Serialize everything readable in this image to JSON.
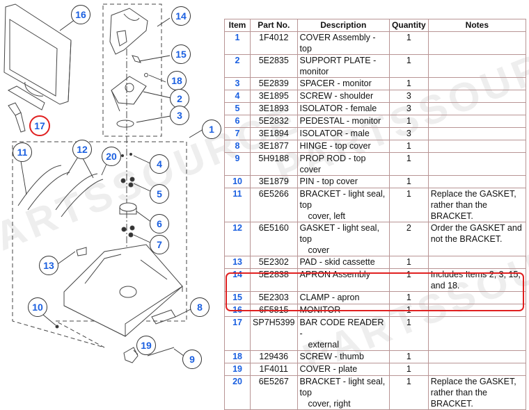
{
  "diagram": {
    "callouts": [
      {
        "id": "16",
        "label": "16",
        "highlighted": false
      },
      {
        "id": "17",
        "label": "17",
        "highlighted": true
      },
      {
        "id": "14",
        "label": "14",
        "highlighted": false
      },
      {
        "id": "15",
        "label": "15",
        "highlighted": false
      },
      {
        "id": "18",
        "label": "18",
        "highlighted": false
      },
      {
        "id": "2",
        "label": "2",
        "highlighted": false
      },
      {
        "id": "3",
        "label": "3",
        "highlighted": false
      },
      {
        "id": "1",
        "label": "1",
        "highlighted": false
      },
      {
        "id": "11",
        "label": "11",
        "highlighted": false
      },
      {
        "id": "12",
        "label": "12",
        "highlighted": false
      },
      {
        "id": "20",
        "label": "20",
        "highlighted": false
      },
      {
        "id": "4",
        "label": "4",
        "highlighted": false
      },
      {
        "id": "5",
        "label": "5",
        "highlighted": false
      },
      {
        "id": "6",
        "label": "6",
        "highlighted": false
      },
      {
        "id": "7",
        "label": "7",
        "highlighted": false
      },
      {
        "id": "13",
        "label": "13",
        "highlighted": false
      },
      {
        "id": "10",
        "label": "10",
        "highlighted": false
      },
      {
        "id": "8",
        "label": "8",
        "highlighted": false
      },
      {
        "id": "19",
        "label": "19",
        "highlighted": false
      },
      {
        "id": "9",
        "label": "9",
        "highlighted": false
      }
    ]
  },
  "table": {
    "headers": {
      "item": "Item",
      "part": "Part No.",
      "desc": "Description",
      "qty": "Quantity",
      "notes": "Notes"
    },
    "rows": [
      {
        "item": "1",
        "part": "1F4012",
        "desc": "COVER Assembly - top",
        "desc2": "",
        "qty": "1",
        "notes": ""
      },
      {
        "item": "2",
        "part": "5E2835",
        "desc": "SUPPORT PLATE - monitor",
        "desc2": "",
        "qty": "1",
        "notes": ""
      },
      {
        "item": "3",
        "part": "5E2839",
        "desc": "SPACER - monitor",
        "desc2": "",
        "qty": "1",
        "notes": ""
      },
      {
        "item": "4",
        "part": "3E1895",
        "desc": "SCREW - shoulder",
        "desc2": "",
        "qty": "3",
        "notes": ""
      },
      {
        "item": "5",
        "part": "3E1893",
        "desc": "ISOLATOR - female",
        "desc2": "",
        "qty": "3",
        "notes": ""
      },
      {
        "item": "6",
        "part": "5E2832",
        "desc": "PEDESTAL - monitor",
        "desc2": "",
        "qty": "1",
        "notes": ""
      },
      {
        "item": "7",
        "part": "3E1894",
        "desc": "ISOLATOR - male",
        "desc2": "",
        "qty": "3",
        "notes": ""
      },
      {
        "item": "8",
        "part": "3E1877",
        "desc": "HINGE - top cover",
        "desc2": "",
        "qty": "1",
        "notes": ""
      },
      {
        "item": "9",
        "part": "5H9188",
        "desc": "PROP ROD - top cover",
        "desc2": "",
        "qty": "1",
        "notes": ""
      },
      {
        "item": "10",
        "part": "3E1879",
        "desc": "PIN - top cover",
        "desc2": "",
        "qty": "1",
        "notes": ""
      },
      {
        "item": "11",
        "part": "6E5266",
        "desc": "BRACKET - light seal, top",
        "desc2": "cover, left",
        "qty": "1",
        "notes": "Replace the GASKET, rather than the BRACKET."
      },
      {
        "item": "12",
        "part": "6E5160",
        "desc": "GASKET - light seal, top",
        "desc2": "cover",
        "qty": "2",
        "notes": "Order the GASKET and not the BRACKET."
      },
      {
        "item": "13",
        "part": "5E2302",
        "desc": "PAD - skid cassette",
        "desc2": "",
        "qty": "1",
        "notes": ""
      },
      {
        "item": "14",
        "part": "5E2838",
        "desc": "APRON Assembly",
        "desc2": "",
        "qty": "1",
        "notes": "Includes Items 2, 3, 15, and 18."
      },
      {
        "item": "15",
        "part": "5E2303",
        "desc": "CLAMP - apron",
        "desc2": "",
        "qty": "1",
        "notes": ""
      },
      {
        "item": "16",
        "part": "6F5815",
        "desc": "MONITOR",
        "desc2": "",
        "qty": "1",
        "notes": ""
      },
      {
        "item": "17",
        "part": "SP7H5399",
        "desc": "BAR CODE READER -",
        "desc2": "external",
        "qty": "1",
        "notes": ""
      },
      {
        "item": "18",
        "part": "129436",
        "desc": "SCREW - thumb",
        "desc2": "",
        "qty": "1",
        "notes": ""
      },
      {
        "item": "19",
        "part": "1F4011",
        "desc": "COVER - plate",
        "desc2": "",
        "qty": "1",
        "notes": ""
      },
      {
        "item": "20",
        "part": "6E5267",
        "desc": "BRACKET - light seal, top",
        "desc2": "cover, right",
        "qty": "1",
        "notes": "Replace the GASKET, rather than the BRACKET."
      }
    ],
    "highlighted_item": "17"
  },
  "watermark": {
    "text": "PARTSSOURCE"
  },
  "colors": {
    "item_number": "#1a5fe0",
    "highlight": "#e02020",
    "table_border": "#b89494"
  }
}
